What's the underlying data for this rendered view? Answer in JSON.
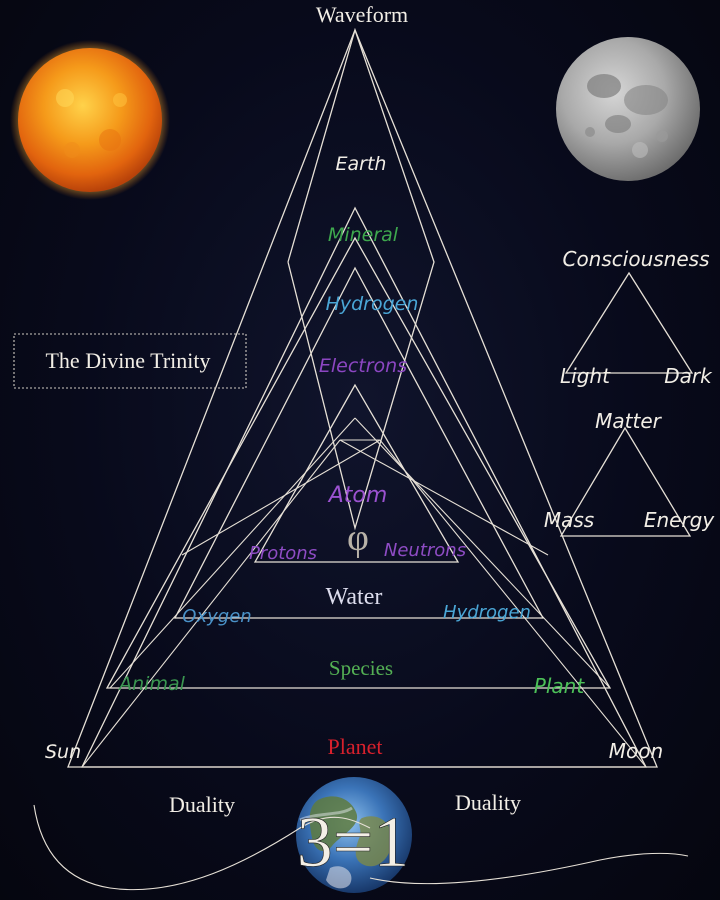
{
  "diagram": {
    "top_label": "Waveform",
    "inner_labels": {
      "earth": "Earth",
      "mineral": "Mineral",
      "hydrogen_top": "Hydrogen",
      "electrons": "Electrons",
      "atom": "Atom",
      "phi": "φ",
      "protons": "Protons",
      "neutrons": "Neutrons",
      "water": "Water",
      "oxygen": "Oxygen",
      "hydrogen_right": "Hydrogen",
      "species": "Species",
      "animal": "Animal",
      "plant": "Plant",
      "planet": "Planet"
    },
    "corners": {
      "sun": "Sun",
      "moon": "Moon"
    },
    "box_title": "The Divine Trinity",
    "side_triangles": {
      "upper": {
        "top": "Consciousness",
        "left": "Light",
        "right": "Dark"
      },
      "lower": {
        "top": "Matter",
        "left": "Mass",
        "right": "Energy"
      }
    },
    "bottom": {
      "duality_left": "Duality",
      "duality_right": "Duality",
      "equation": "3=1"
    }
  },
  "colors": {
    "line": "#e6e0d6",
    "earth_text": "#f2eee6",
    "mineral": "#3ea84e",
    "hydrogen": "#4aa6d6",
    "electrons": "#8c46c2",
    "atom": "#9b52d0",
    "protons": "#8e4cc4",
    "neutrons": "#8e4cc4",
    "water": "#dcdcec",
    "oxygen": "#4a92c8",
    "species": "#54b054",
    "animal": "#3a9650",
    "plant": "#4cc058",
    "planet": "#d8202c"
  },
  "icons": {
    "sun": "sun-icon",
    "moon": "moon-icon",
    "earth": "earth-globe-icon"
  }
}
